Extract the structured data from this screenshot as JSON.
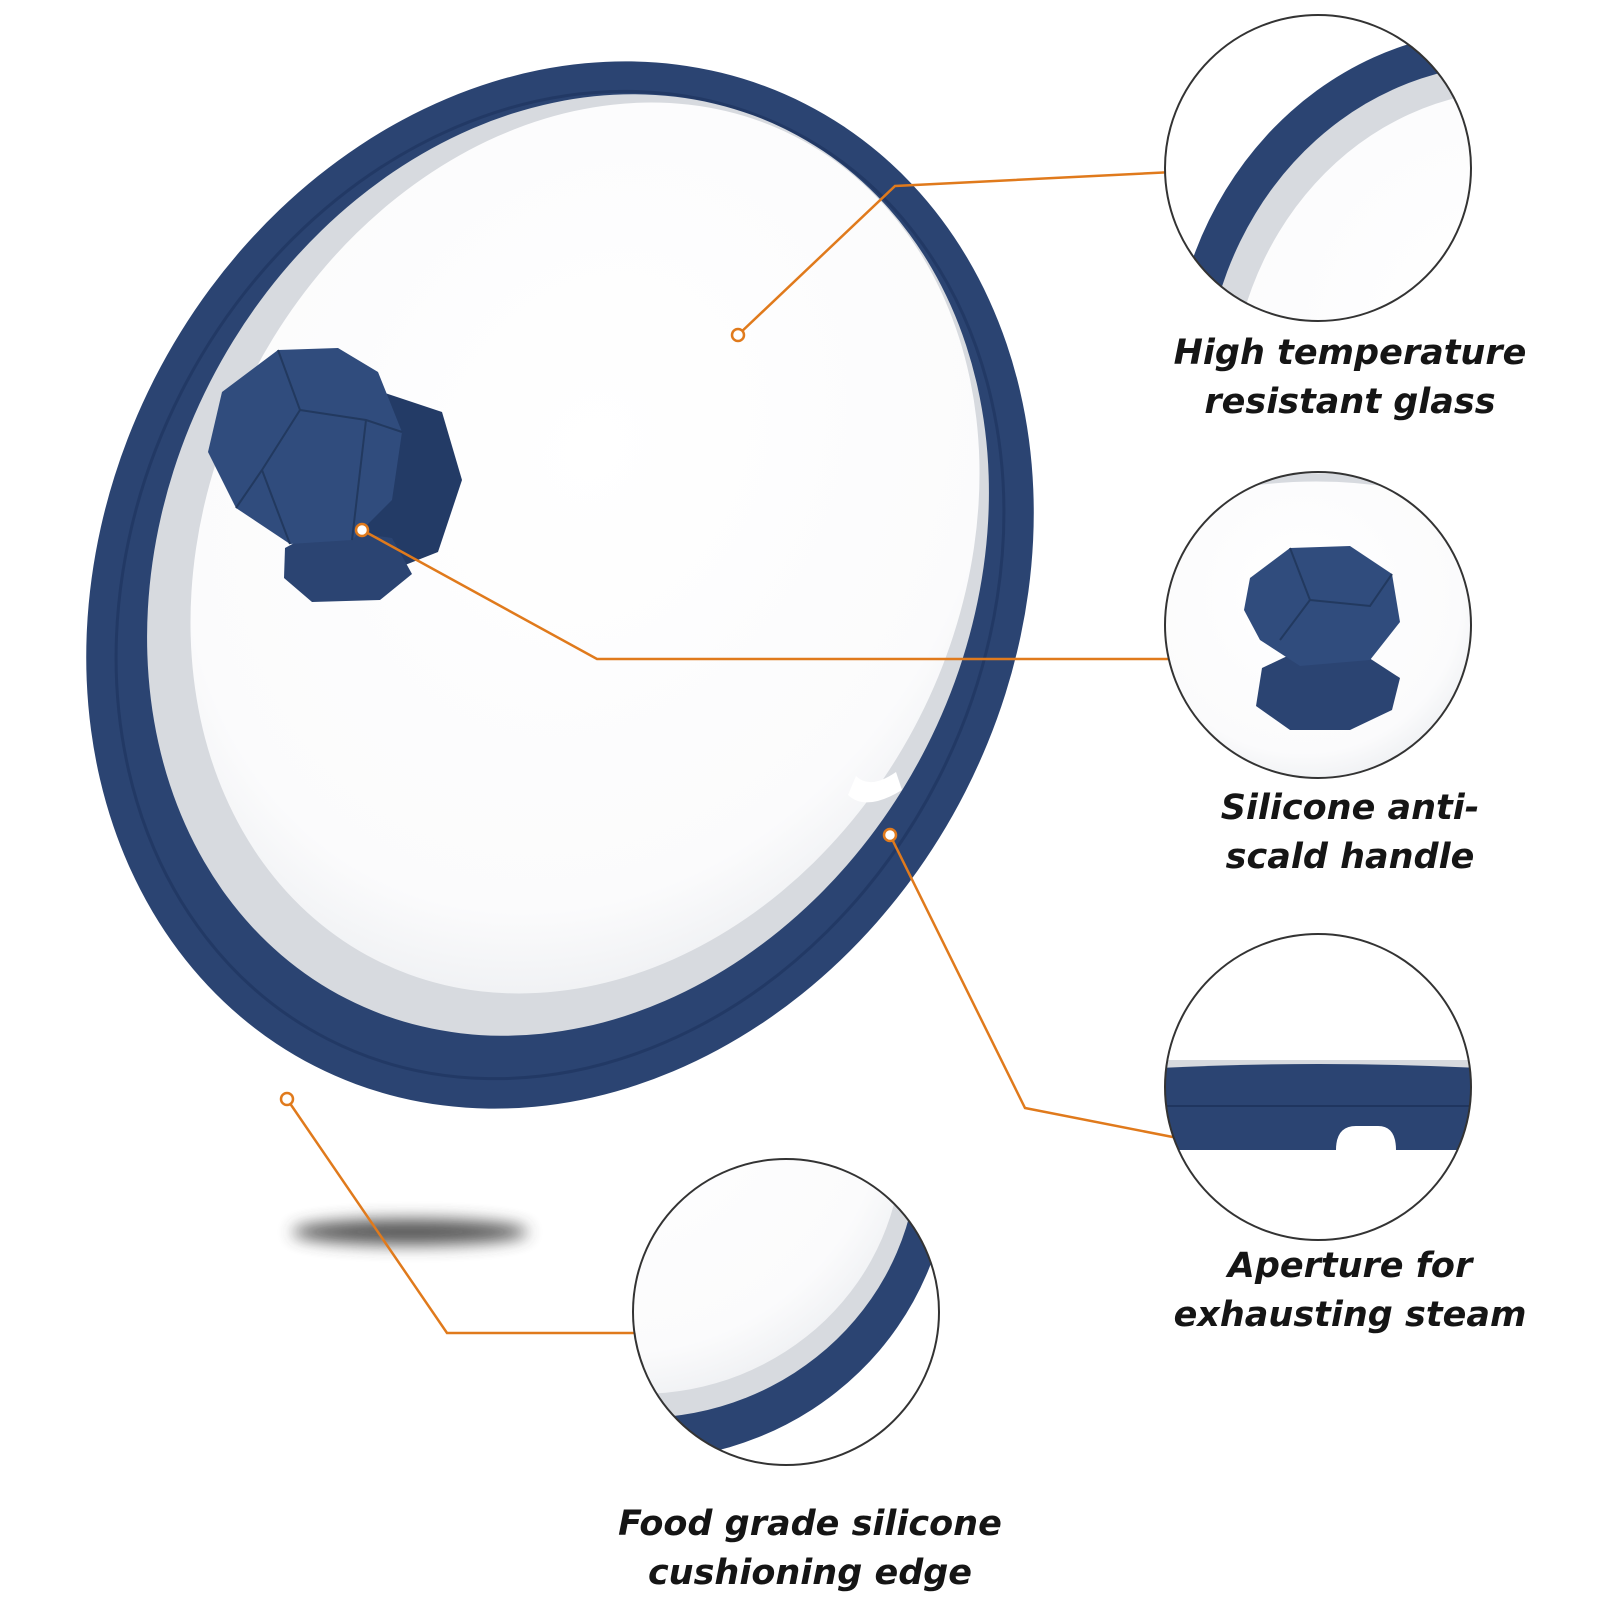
{
  "colors": {
    "silicone": "#2b4472",
    "silicone_dark": "#1f355f",
    "leader_line": "#e07a1c",
    "glass_rim": "#d7dadf",
    "caption_text": "#151515"
  },
  "features": [
    {
      "id": "glass",
      "lines": [
        "High temperature",
        "resistant glass"
      ]
    },
    {
      "id": "handle",
      "lines": [
        "Silicone anti-",
        "scald handle"
      ]
    },
    {
      "id": "steam",
      "lines": [
        "Aperture for",
        "exhausting steam"
      ]
    },
    {
      "id": "edge",
      "lines": [
        "Food grade silicone",
        "cushioning edge"
      ]
    }
  ]
}
